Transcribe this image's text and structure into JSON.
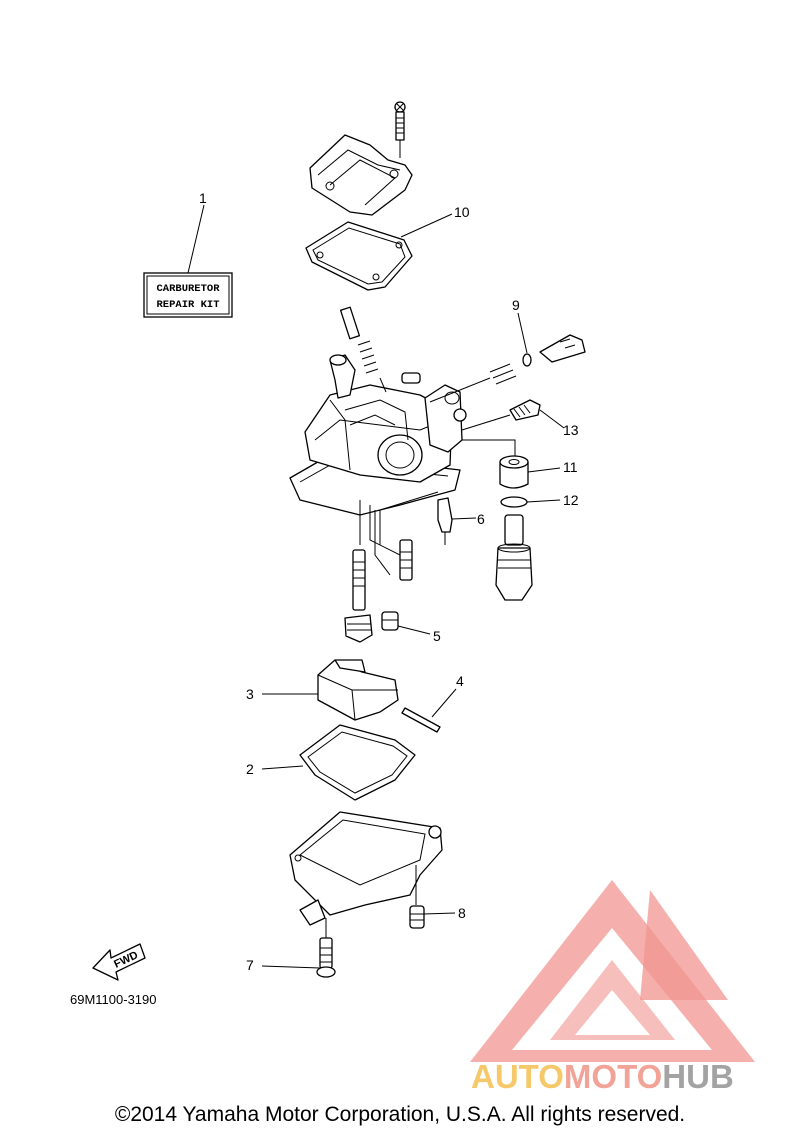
{
  "diagram": {
    "parts": [
      {
        "num": "1",
        "label": "CARBURETOR REPAIR KIT"
      },
      {
        "num": "2"
      },
      {
        "num": "3"
      },
      {
        "num": "4"
      },
      {
        "num": "5"
      },
      {
        "num": "6"
      },
      {
        "num": "7"
      },
      {
        "num": "8"
      },
      {
        "num": "9"
      },
      {
        "num": "10"
      },
      {
        "num": "11"
      },
      {
        "num": "12"
      },
      {
        "num": "13"
      }
    ],
    "kit_label_line1": "CARBURETOR",
    "kit_label_line2": "REPAIR KIT",
    "fwd_label": "FWD",
    "diagram_code": "69M1100-3190"
  },
  "watermark": {
    "brand_part1": "AUTO",
    "brand_part2": "MOTO",
    "brand_part3": "HUB",
    "colors": {
      "auto": "#f4c35a",
      "moto": "#f19a8c",
      "hub": "#9a9a9a",
      "triangle": "#f08a84"
    }
  },
  "footer": {
    "copyright": "©2014 Yamaha Motor Corporation, U.S.A. All rights reserved."
  }
}
